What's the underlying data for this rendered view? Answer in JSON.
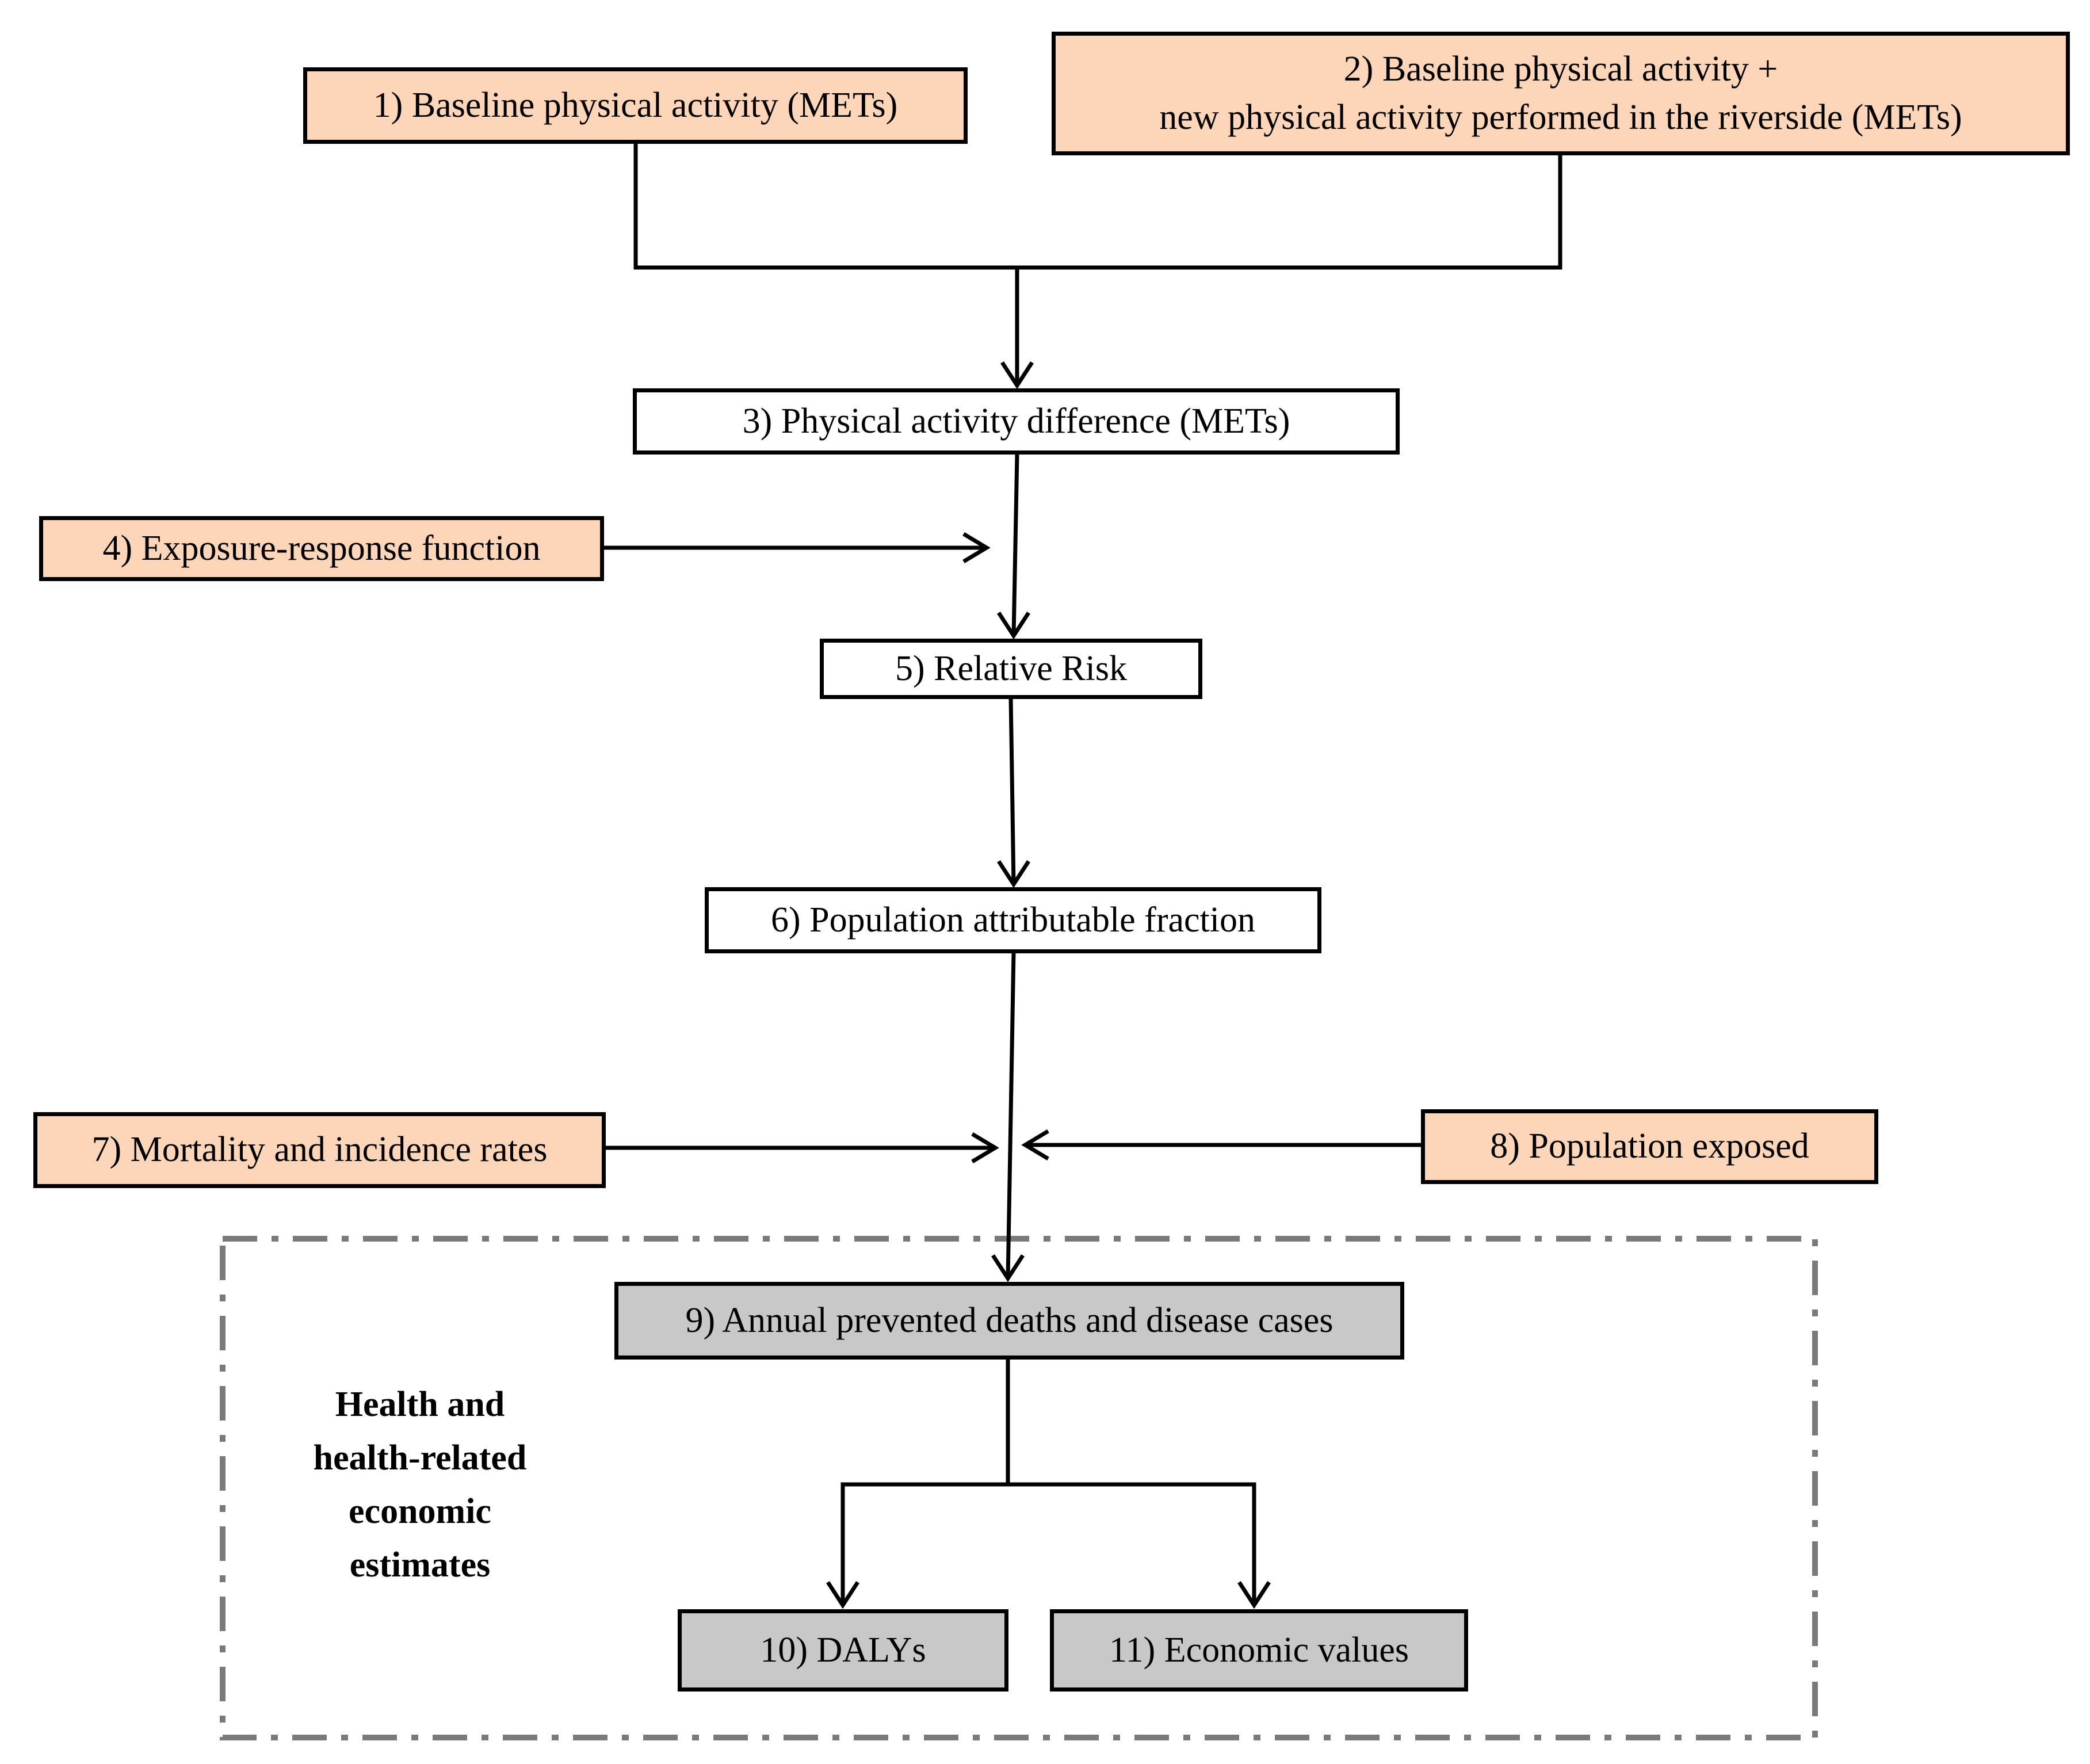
{
  "colors": {
    "input_fill": "#fdd5b8",
    "calc_fill": "#ffffff",
    "output_fill": "#c8c8c8",
    "frame_stroke": "#7a7a7a"
  },
  "nodes": {
    "n1": "1) Baseline physical activity (METs)",
    "n2_line1": "2) Baseline physical activity +",
    "n2_line2": "new physical activity performed in the riverside (METs)",
    "n3": "3) Physical activity difference (METs)",
    "n4": "4) Exposure-response function",
    "n5": "5) Relative Risk",
    "n6": "6) Population attributable fraction",
    "n7": "7) Mortality and incidence rates",
    "n8": "8) Population exposed",
    "n9": "9) Annual prevented deaths and disease cases",
    "n10": "10) DALYs",
    "n11": "11) Economic values"
  },
  "group": {
    "label_line1": "Health and",
    "label_line2": "health-related",
    "label_line3": "economic",
    "label_line4": "estimates"
  }
}
